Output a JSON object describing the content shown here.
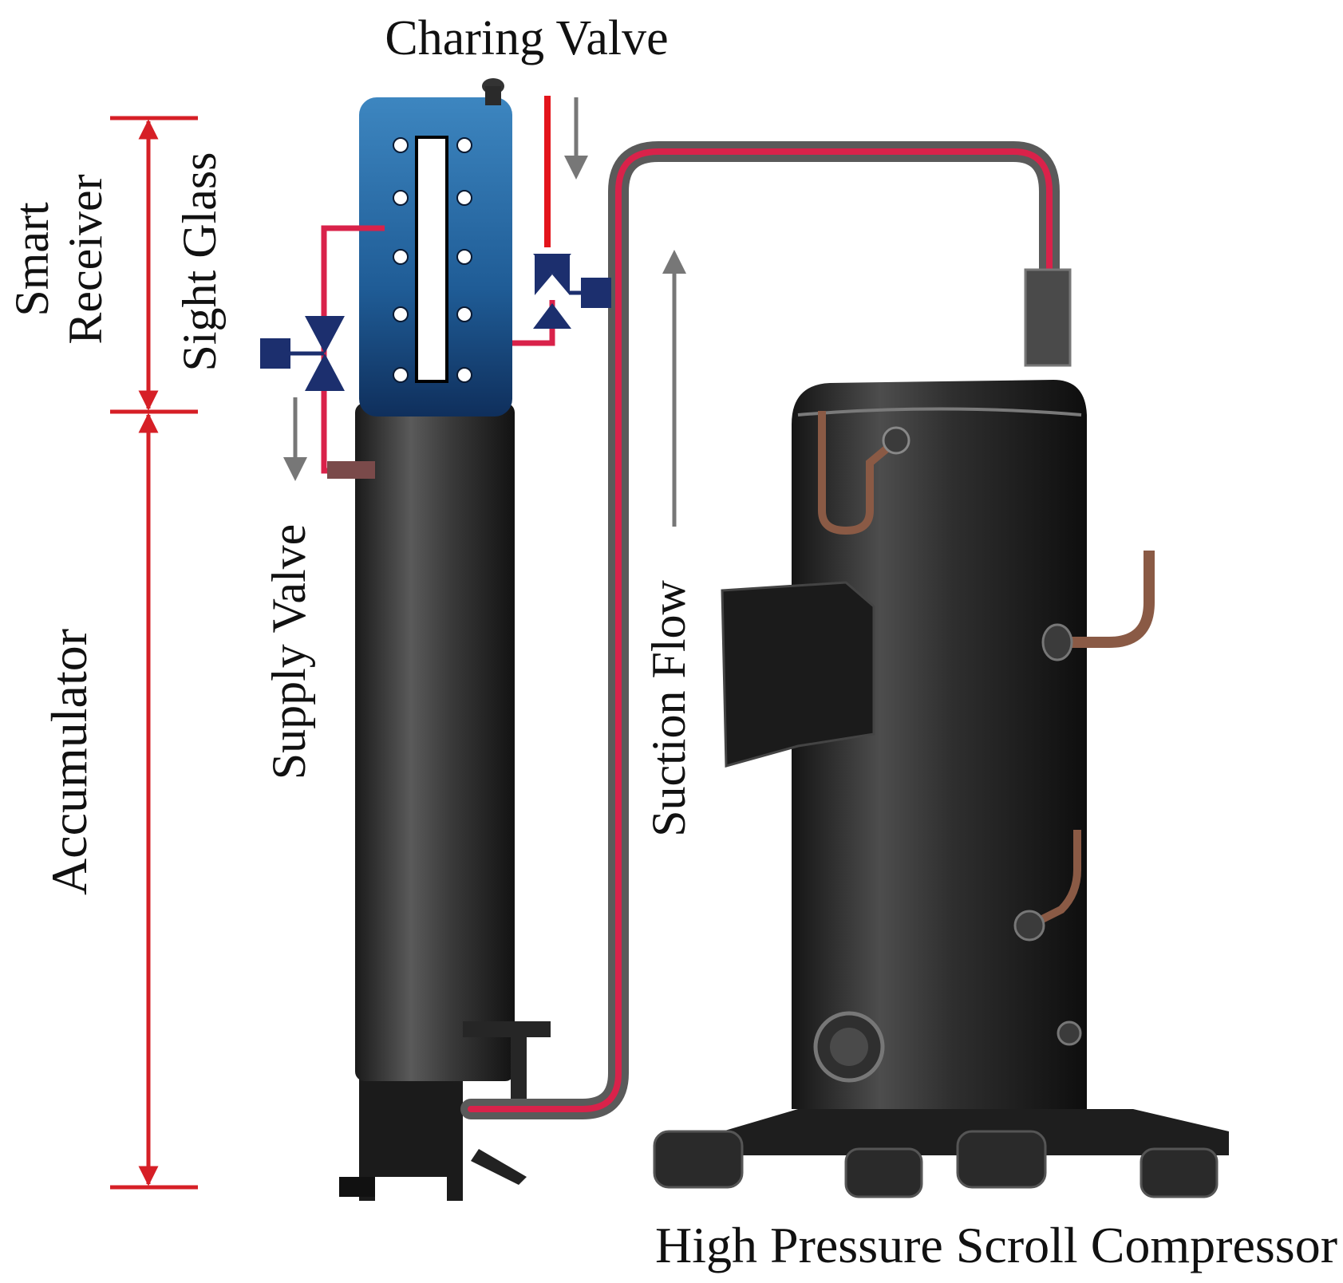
{
  "labels": {
    "charging_valve": "Charing Valve",
    "smart_receiver_line1": "Smart",
    "smart_receiver_line2": "Receiver",
    "sight_glass": "Sight Glass",
    "supply_valve": "Supply Valve",
    "accumulator": "Accumulator",
    "suction_flow": "Suction Flow",
    "compressor": "High Pressure Scroll Compressor"
  },
  "colors": {
    "dimension_red": "#d61f26",
    "pipe_red": "#d9224a",
    "valve_navy": "#1c2f6e",
    "receiver_blue": "#2a6fa8",
    "arrow_gray": "#777777"
  }
}
